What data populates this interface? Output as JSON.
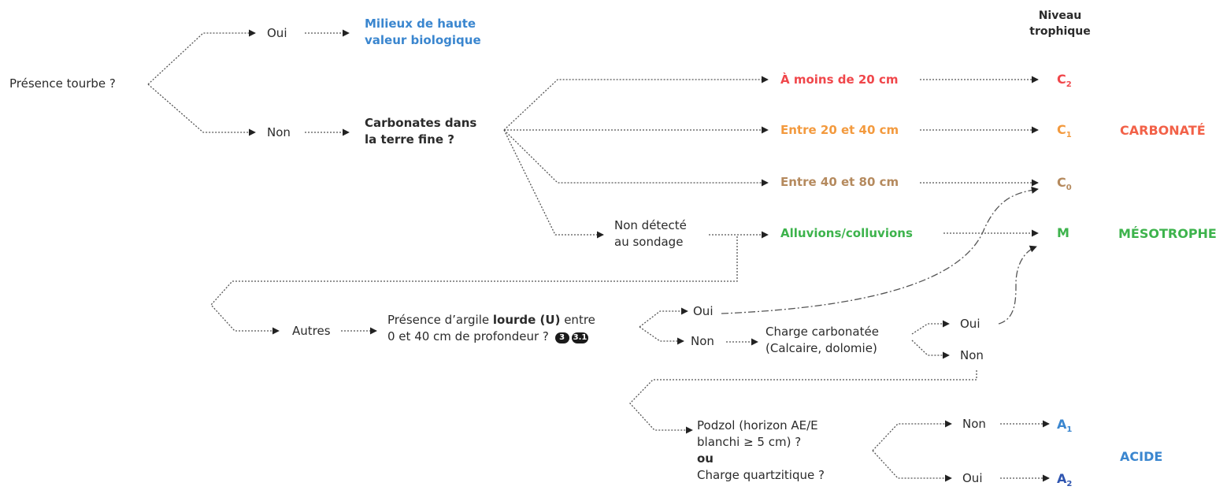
{
  "header": {
    "niveau": "Niveau",
    "trophique": "trophique"
  },
  "q_tourbe": "Présence tourbe ?",
  "oui_1": "Oui",
  "non_1": "Non",
  "milieux": {
    "line1": "Milieux de haute",
    "line2": "valeur biologique"
  },
  "carbonates_q": {
    "line1": "Carbonates dans",
    "line2": "la terre fine ?"
  },
  "depth_1": "À moins de 20 cm",
  "depth_2": "Entre 20 et 40 cm",
  "depth_3": "Entre 40 et 80 cm",
  "non_detecte": {
    "line1": "Non détecté",
    "line2": "au sondage"
  },
  "alluvions": "Alluvions/colluvions",
  "autres": "Autres",
  "argile_q": {
    "line1_a": "Présence d’argile ",
    "line1_b": "lourde (U)",
    "line1_c": " entre",
    "line2": "0 et 40 cm de profondeur ?",
    "badge1": "3",
    "badge2": "3.1"
  },
  "oui_2": "Oui",
  "non_2": "Non",
  "charge_carb": {
    "line1": "Charge carbonatée",
    "line2": "(Calcaire, dolomie)"
  },
  "oui_3": "Oui",
  "non_3": "Non",
  "podzol": {
    "line1": "Podzol (horizon AE/E",
    "line2": "blanchi ≥ 5 cm) ?",
    "line3": "ou",
    "line4": "Charge quartzitique ?"
  },
  "non_4": "Non",
  "oui_4": "Oui",
  "levels": {
    "c2": {
      "letter": "C",
      "sub": "2"
    },
    "c1": {
      "letter": "C",
      "sub": "1"
    },
    "c0": {
      "letter": "C",
      "sub": "0"
    },
    "m": "M",
    "a1": {
      "letter": "A",
      "sub": "1"
    },
    "a2": {
      "letter": "A",
      "sub": "2"
    }
  },
  "categories": {
    "carbonate": "CARBONATÉ",
    "mesotrophe": "MÉSOTROPHE",
    "acide": "ACIDE"
  },
  "colors": {
    "red": "#f0474b",
    "orange": "#f39a3e",
    "brown": "#b58a5e",
    "green": "#3db34c",
    "blue": "#3a86cf",
    "navy": "#2f55b0",
    "line": "#555555"
  }
}
